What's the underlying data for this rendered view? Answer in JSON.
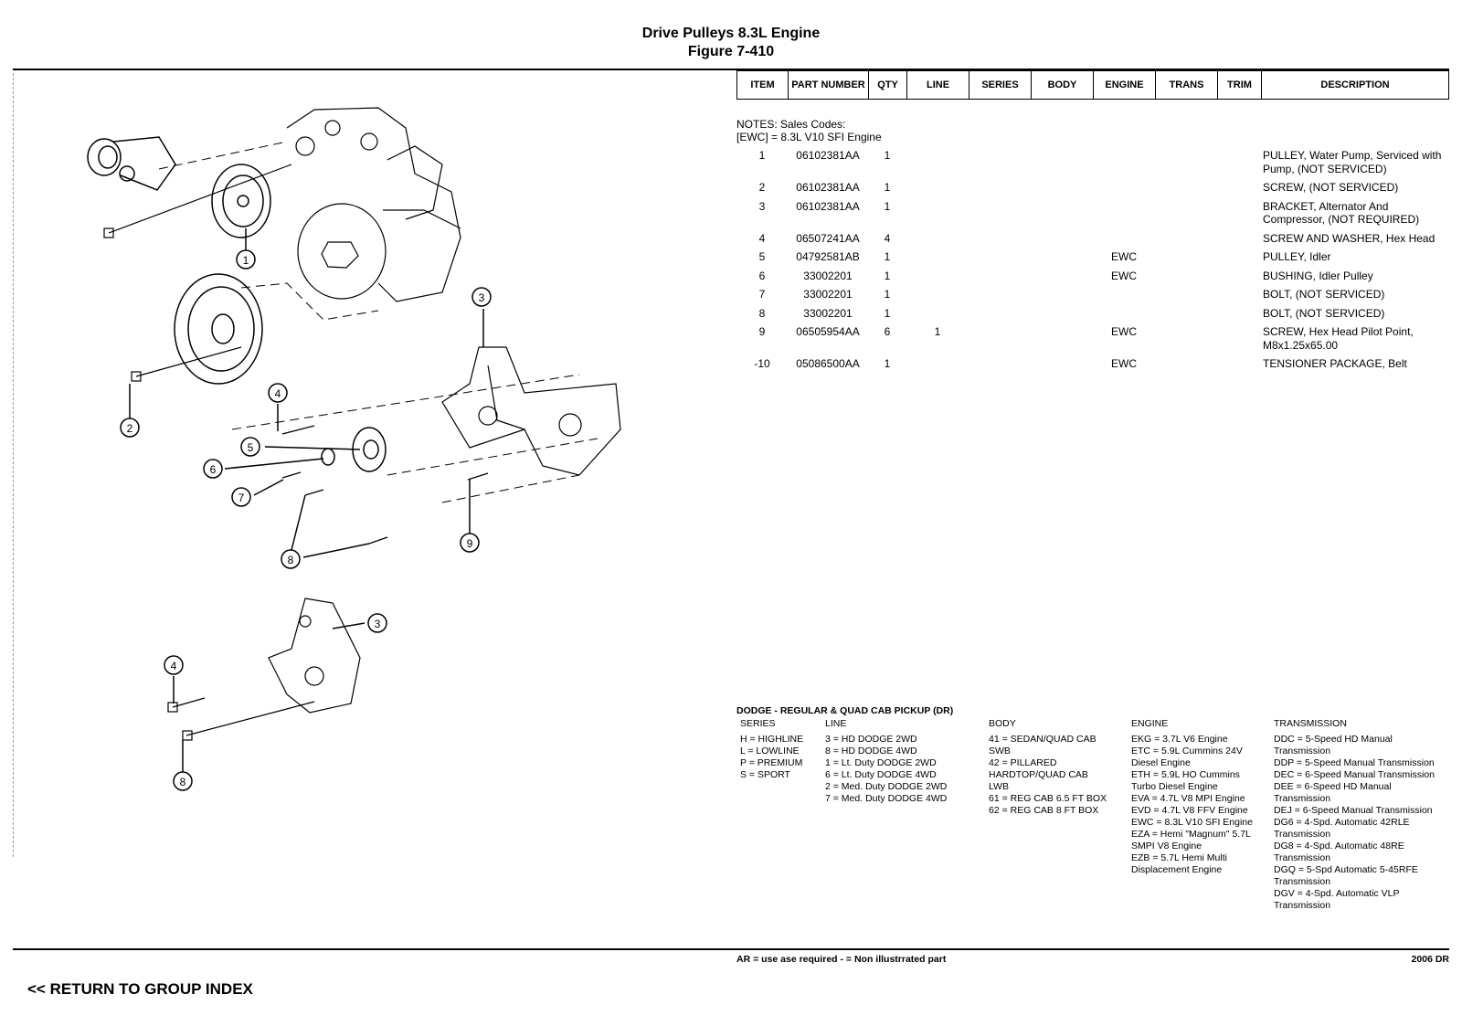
{
  "header": {
    "title": "Drive Pulleys 8.3L Engine",
    "figure": "Figure 7-410"
  },
  "diagram": {
    "callouts": [
      "1",
      "2",
      "3",
      "4",
      "5",
      "6",
      "7",
      "8",
      "9",
      "3",
      "4",
      "8"
    ]
  },
  "table": {
    "columns": [
      "ITEM",
      "PART NUMBER",
      "QTY",
      "LINE",
      "SERIES",
      "BODY",
      "ENGINE",
      "TRANS",
      "TRIM",
      "DESCRIPTION"
    ],
    "notes": [
      "NOTES: Sales Codes:",
      "[EWC] = 8.3L V10 SFI Engine"
    ],
    "rows": [
      {
        "item": "1",
        "part": "06102381AA",
        "qty": "1",
        "line": "",
        "series": "",
        "body": "",
        "engine": "",
        "trans": "",
        "trim": "",
        "desc": "PULLEY, Water Pump, Serviced with Pump, (NOT SERVICED)"
      },
      {
        "item": "2",
        "part": "06102381AA",
        "qty": "1",
        "line": "",
        "series": "",
        "body": "",
        "engine": "",
        "trans": "",
        "trim": "",
        "desc": "SCREW, (NOT SERVICED)"
      },
      {
        "item": "3",
        "part": "06102381AA",
        "qty": "1",
        "line": "",
        "series": "",
        "body": "",
        "engine": "",
        "trans": "",
        "trim": "",
        "desc": "BRACKET, Alternator And Compressor, (NOT REQUIRED)"
      },
      {
        "item": "4",
        "part": "06507241AA",
        "qty": "4",
        "line": "",
        "series": "",
        "body": "",
        "engine": "",
        "trans": "",
        "trim": "",
        "desc": "SCREW AND WASHER, Hex Head"
      },
      {
        "item": "5",
        "part": "04792581AB",
        "qty": "1",
        "line": "",
        "series": "",
        "body": "",
        "engine": "EWC",
        "trans": "",
        "trim": "",
        "desc": "PULLEY, Idler"
      },
      {
        "item": "6",
        "part": "33002201",
        "qty": "1",
        "line": "",
        "series": "",
        "body": "",
        "engine": "EWC",
        "trans": "",
        "trim": "",
        "desc": "BUSHING, Idler Pulley"
      },
      {
        "item": "7",
        "part": "33002201",
        "qty": "1",
        "line": "",
        "series": "",
        "body": "",
        "engine": "",
        "trans": "",
        "trim": "",
        "desc": "BOLT, (NOT SERVICED)"
      },
      {
        "item": "8",
        "part": "33002201",
        "qty": "1",
        "line": "",
        "series": "",
        "body": "",
        "engine": "",
        "trans": "",
        "trim": "",
        "desc": "BOLT, (NOT SERVICED)"
      },
      {
        "item": "9",
        "part": "06505954AA",
        "qty": "6",
        "line": "1",
        "series": "",
        "body": "",
        "engine": "EWC",
        "trans": "",
        "trim": "",
        "desc": "SCREW, Hex Head Pilot Point, M8x1.25x65.00"
      },
      {
        "item": "-10",
        "part": "05086500AA",
        "qty": "1",
        "line": "",
        "series": "",
        "body": "",
        "engine": "EWC",
        "trans": "",
        "trim": "",
        "desc": "TENSIONER PACKAGE, Belt"
      }
    ]
  },
  "legend": {
    "title": "DODGE - REGULAR & QUAD CAB PICKUP (DR)",
    "series": {
      "heading": "SERIES",
      "items": [
        "H = HIGHLINE",
        "L = LOWLINE",
        "P = PREMIUM",
        "S = SPORT"
      ]
    },
    "line": {
      "heading": "LINE",
      "items": [
        "3 = HD DODGE 2WD",
        "8 = HD DODGE 4WD",
        "1 = Lt. Duty DODGE 2WD",
        "6 = Lt. Duty DODGE 4WD",
        "2 = Med. Duty DODGE 2WD",
        "7 = Med. Duty DODGE 4WD"
      ]
    },
    "body": {
      "heading": "BODY",
      "items": [
        "41 = SEDAN/QUAD CAB",
        "SWB",
        "42 = PILLARED",
        "HARDTOP/QUAD CAB",
        "LWB",
        "61 = REG CAB 6.5 FT BOX",
        "62 = REG CAB 8 FT BOX"
      ]
    },
    "engine": {
      "heading": "ENGINE",
      "items": [
        "EKG = 3.7L V6 Engine",
        "ETC = 5.9L Cummins 24V",
        "Diesel Engine",
        "ETH = 5.9L HO Cummins",
        "Turbo Diesel Engine",
        "EVA = 4.7L V8 MPI Engine",
        "EVD = 4.7L V8 FFV Engine",
        "EWC = 8.3L V10 SFI Engine",
        "EZA = Hemi \"Magnum\" 5.7L",
        "SMPI V8 Engine",
        "EZB = 5.7L Hemi Multi",
        "Displacement Engine"
      ]
    },
    "transmission": {
      "heading": "TRANSMISSION",
      "items": [
        "DDC = 5-Speed HD Manual",
        "Transmission",
        "DDP = 5-Speed Manual Transmission",
        "DEC = 6-Speed Manual Transmission",
        "DEE = 6-Speed HD Manual",
        "Transmission",
        "DEJ = 6-Speed Manual Transmission",
        "DG6 = 4-Spd. Automatic 42RLE",
        "Transmission",
        "DG8 = 4-Spd. Automatic 48RE",
        "Transmission",
        "DGQ = 5-Spd Automatic 5-45RFE",
        "Transmission",
        "DGV = 4-Spd. Automatic VLP",
        "Transmission"
      ]
    }
  },
  "footer": {
    "note": "AR = use ase required   - = Non illustrrated part",
    "year": "2006 DR"
  },
  "nav": {
    "return_label": "<< RETURN TO GROUP INDEX"
  }
}
